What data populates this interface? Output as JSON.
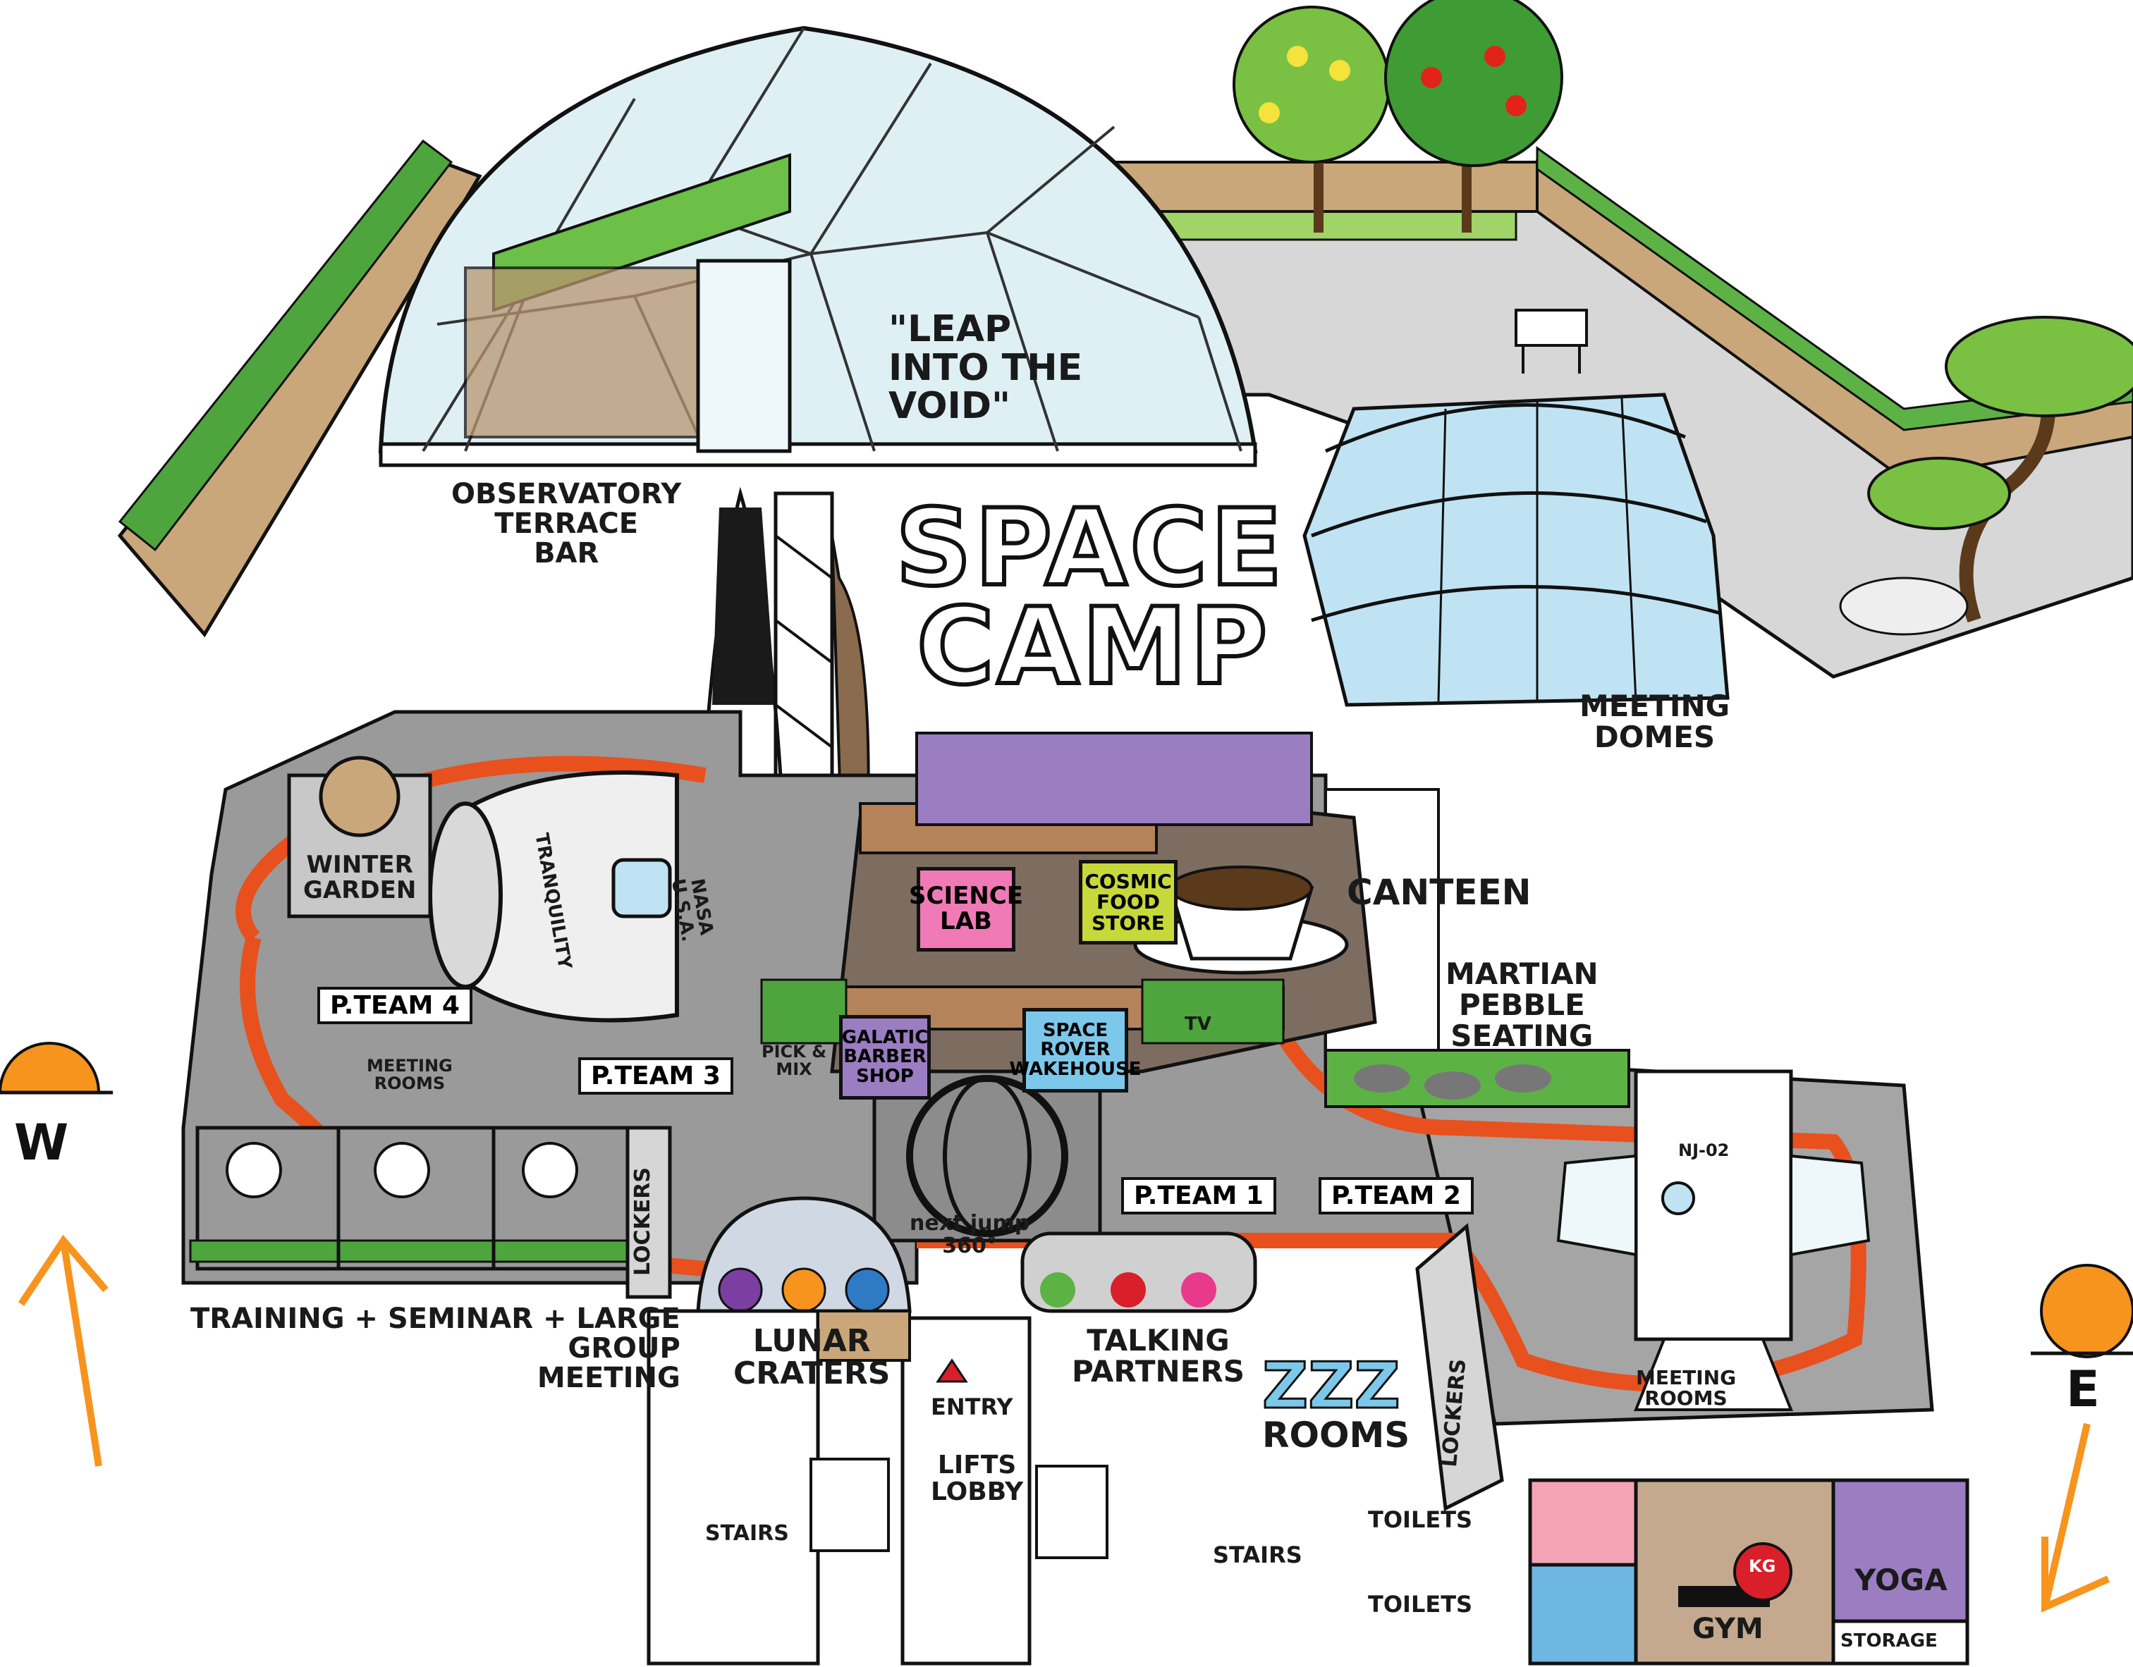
{
  "title": {
    "line1": "SPACE",
    "line2": "CAMP"
  },
  "dome_quote": "\"LEAP\nINTO THE\nVOID\"",
  "areas": {
    "observatory": "OBSERVATORY\nTERRACE\nBAR",
    "meeting_domes": "MEETING\nDOMES",
    "winter_garden": "WINTER\nGARDEN",
    "canteen": "CANTEEN",
    "martian": "MARTIAN\nPEBBLE\nSEATING",
    "meeting_rooms_w": "MEETING\nROOMS",
    "meeting_rooms_e": "MEETING\nROOMS",
    "training": "TRAINING + SEMINAR + LARGE\nGROUP\nMEETING",
    "lunar": "LUNAR\nCRATERS",
    "talking": "TALKING\nPARTNERS",
    "zzz": "ZZZ",
    "rooms": "ROOMS",
    "entry": "ENTRY",
    "lifts": "LIFTS\nLOBBY",
    "stairs_left": "STAIRS",
    "stairs_right": "STAIRS",
    "toilets_top": "TOILETS",
    "toilets_bottom": "TOILETS",
    "gym": "GYM",
    "yoga": "YOGA",
    "storage": "STORAGE",
    "lockers_left": "LOCKERS",
    "lockers_right": "LOCKERS",
    "next_jump": "next jump\n360°",
    "pick_mix": "PICK &\nMIX",
    "tv": "TV",
    "tranquility": "TRANQUILITY",
    "nasa": "NASA\nU.S.A.",
    "nj": "NJ-02",
    "kg": "KG"
  },
  "signs": {
    "science_lab": "SCIENCE\nLAB",
    "cosmic_food": "COSMIC\nFOOD\nSTORE",
    "barber": "GALATIC\nBARBER\nSHOP",
    "rover": "SPACE\nROVER\nWAKEHOUSE"
  },
  "teams": {
    "p4": "P.TEAM 4",
    "p3": "P.TEAM 3",
    "p1": "P.TEAM 1",
    "p2": "P.TEAM 2"
  },
  "compass": {
    "west": "W",
    "east": "E"
  },
  "colors": {
    "floor": "#9a9a9a",
    "path": "#e8501e",
    "lawn": "#8cc63f",
    "dome_glass": "#cfe9f2",
    "science": "#f07ab5",
    "cosmic": "#c7d93a",
    "barber": "#9b7dc2",
    "rover": "#7cc8ea",
    "toilet_pink": "#f4a3b5",
    "toilet_blue": "#6fb7e3",
    "gym": "#c4a98e",
    "yoga": "#9b7dc2",
    "sun": "#f7941d"
  }
}
